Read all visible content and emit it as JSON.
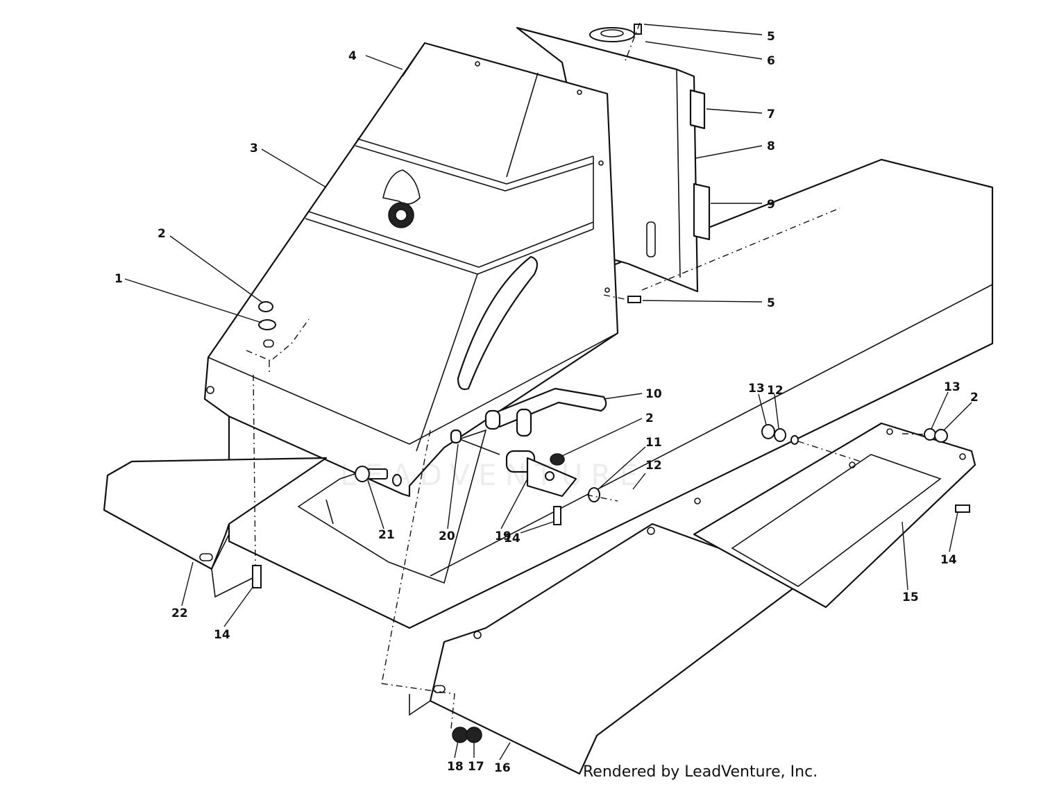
{
  "diagram": {
    "callouts": [
      "5",
      "6",
      "4",
      "7",
      "8",
      "3",
      "9",
      "2",
      "1",
      "5",
      "10",
      "2",
      "11",
      "12",
      "13",
      "12",
      "13",
      "2",
      "21",
      "20",
      "19",
      "14",
      "14",
      "15",
      "22",
      "14",
      "18",
      "17",
      "16"
    ]
  },
  "credit": "Rendered by LeadVenture, Inc.",
  "watermark": "LEADVENTURE"
}
